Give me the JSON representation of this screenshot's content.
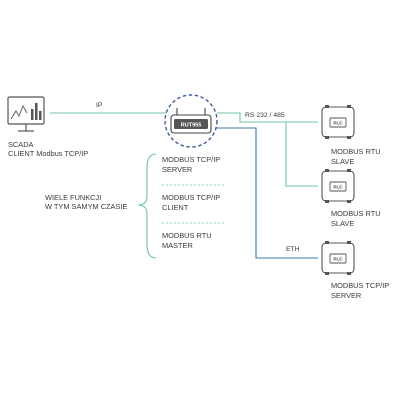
{
  "scada": {
    "line1": "SCADA",
    "line2": "CLIENT Modbus TCP/IP"
  },
  "links": {
    "ip": "IP",
    "serial": "RS 232 / 485",
    "eth": "ETH"
  },
  "router": {
    "model": "RUT955"
  },
  "multi": {
    "line1": "WIELE FUNKCJI",
    "line2": "W TYM SAMYM CZASIE"
  },
  "functions": [
    {
      "line1": "MODBUS TCP/IP",
      "line2": "SERVER"
    },
    {
      "line1": "MODBUS TCP/IP",
      "line2": "CLIENT"
    },
    {
      "line1": "MODBUS RTU",
      "line2": "MASTER"
    }
  ],
  "devices": [
    {
      "badge": "PLC",
      "line1": "MODBUS RTU",
      "line2": "SLAVE"
    },
    {
      "badge": "PLC",
      "line1": "MODBUS RTU",
      "line2": "SLAVE"
    },
    {
      "badge": "PLC",
      "line1": "MODBUS TCP/IP",
      "line2": "SERVER"
    }
  ],
  "colors": {
    "serial_line": "#6dc5a0",
    "eth_line": "#3d78b6",
    "router_ring": "#3d5d98",
    "device_outline": "#555555",
    "text": "#3a3a3a"
  }
}
